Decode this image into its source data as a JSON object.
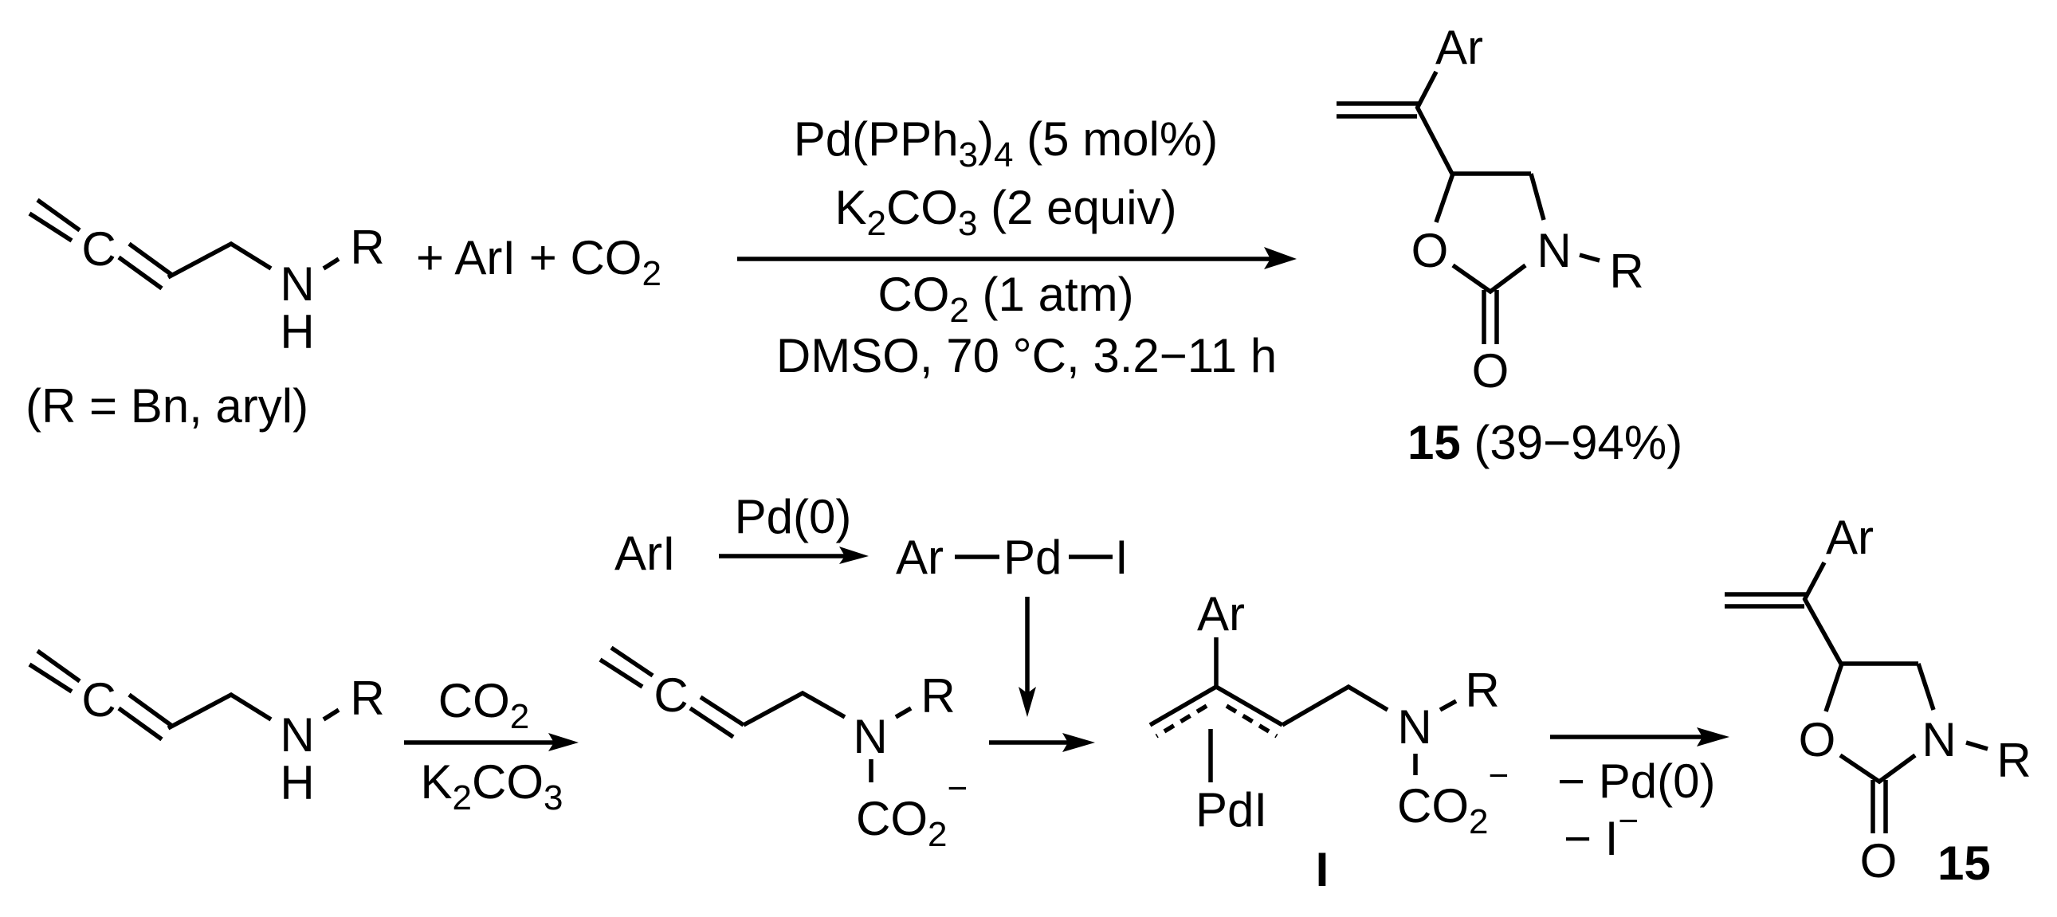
{
  "atoms": {
    "C": "C",
    "N": "N",
    "H": "H",
    "R": "R",
    "O": "O",
    "Ar": "Ar"
  },
  "top": {
    "reactant_note": "(R = Bn, aryl)",
    "reagents": {
      "text": "+ ArI + CO",
      "sub": "2"
    },
    "conditions": {
      "line1": {
        "a": "Pd(PPh",
        "s1": "3",
        "b": ")",
        "s2": "4",
        "c": " (5 mol%)"
      },
      "line2": {
        "a": "K",
        "s1": "2",
        "b": "CO",
        "s2": "3",
        "c": " (2 equiv)"
      },
      "line3": {
        "a": "CO",
        "s1": "2",
        "c": " (1 atm)"
      },
      "line4": "DMSO, 70 °C, 3.2−11 h"
    },
    "product_label": "15",
    "yield": " (39−94%)"
  },
  "bottom": {
    "aryl_iodide": "ArI",
    "step1_reagent": "Pd(0)",
    "arpdi": {
      "ar": "Ar",
      "pd": "Pd",
      "i": "I"
    },
    "step2_above": {
      "a": "CO",
      "s": "2"
    },
    "step2_below": {
      "a": "K",
      "s1": "2",
      "b": "CO",
      "s2": "3"
    },
    "carboxylate": {
      "a": "CO",
      "s": "2",
      "charge": "−"
    },
    "pdi": "PdI",
    "intermediate_label": "I",
    "elim1": "− Pd(0)",
    "elim2": {
      "a": "− I",
      "charge": "−"
    },
    "product_label": "15"
  }
}
